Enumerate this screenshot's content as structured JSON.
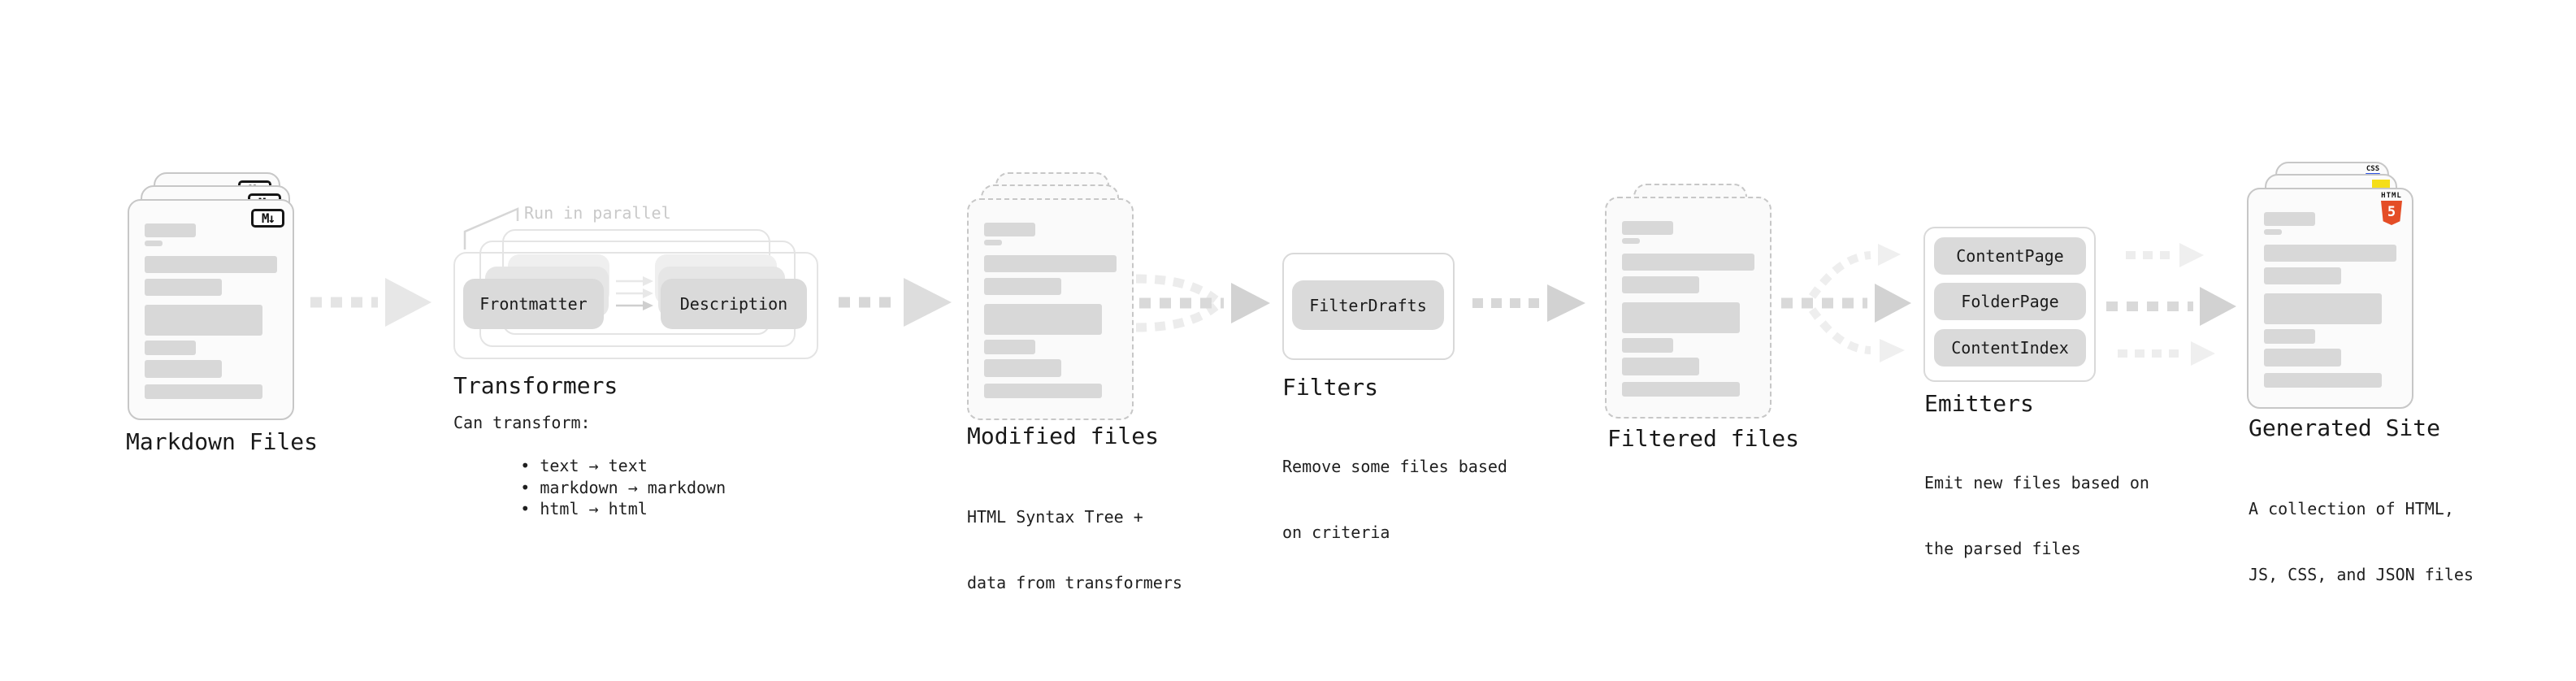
{
  "stages": {
    "markdown": {
      "title": "Markdown Files"
    },
    "transformers": {
      "annotation": "Run in parallel",
      "pill_input": "Frontmatter",
      "pill_output": "Description",
      "title": "Transformers",
      "desc_heading": "Can transform:",
      "bullets": [
        "• text → text",
        "• markdown → markdown",
        "• html → html"
      ]
    },
    "modified": {
      "title": "Modified files",
      "desc1": "HTML Syntax Tree +",
      "desc2": "data from transformers"
    },
    "filters": {
      "title": "Filters",
      "pill": "FilterDrafts",
      "desc1": "Remove some files based",
      "desc2": "on criteria"
    },
    "filtered": {
      "title": "Filtered files"
    },
    "emitters": {
      "title": "Emitters",
      "pills": [
        "ContentPage",
        "FolderPage",
        "ContentIndex"
      ],
      "desc1": "Emit new files based on",
      "desc2": "the parsed files"
    },
    "generated": {
      "title": "Generated Site",
      "desc1": "A collection of HTML,",
      "desc2": "JS, CSS, and JSON files"
    }
  },
  "badges": {
    "markdown": "M↓",
    "css": "CSS",
    "html_label": "HTML",
    "html_number": "5"
  },
  "colors": {
    "html5_orange": "#e44d26",
    "js_yellow": "#f5de19",
    "css_blue": "#2d53e5",
    "pill_gray": "#dadada",
    "doc_bar_gray": "#d8d8d8",
    "arrow_dark": "#d2d2d2",
    "arrow_light": "#ececec",
    "annotation_gray": "#c9c9c9"
  }
}
